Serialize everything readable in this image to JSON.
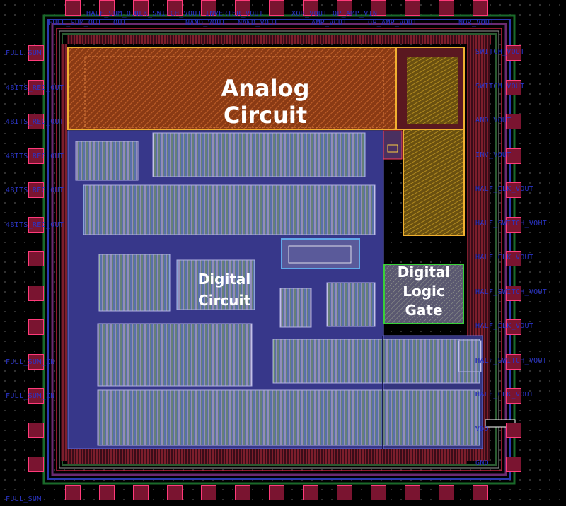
{
  "regions": {
    "analog": "Analog Circuit",
    "digital_line1": "Digital",
    "digital_line2": "Circuit",
    "gate_line1": "Digital",
    "gate_line2": "Logic",
    "gate_line3": "Gate"
  },
  "pins": {
    "top_row1": [
      "HALF_SUM_OUT",
      "CLK_SWITCH_VOUT",
      "INVERTER_VOUT",
      "XOR_VOUT",
      "OP_AMP_VIN"
    ],
    "top_row2": [
      "FULL_SUM_OUT",
      "OUT",
      "NAND_VOUT",
      "NAND_VOUT",
      "AMP_VOUT",
      "OP_AMP_VOUT",
      "NOR_VOUT"
    ],
    "left": [
      "FULL_SUM",
      "4BITS_REG_OUT",
      "4BITS_REG_OUT",
      "4BITS_REG_OUT",
      "4BITS_REG_OUT",
      "4BITS_REG_OUT",
      "",
      "",
      "",
      "FULL_SUM_IN",
      "FULL_SUM_IN",
      "",
      "",
      "FULL_SUM"
    ],
    "right": [
      "SWITCH_VOUT",
      "SWITCH_VOUT",
      "AND_VOUT",
      "INV_VOUT",
      "HALF_CLK_VOUT",
      "HALF_SWITCH_VOUT",
      "HALF_CLK_VOUT",
      "HALF_SWITCH_VOUT",
      "HALF_CLK_VOUT",
      "HALF_SWITCH_VOUT",
      "HALF_CLK_VOUT",
      "VDD",
      "GND"
    ]
  }
}
